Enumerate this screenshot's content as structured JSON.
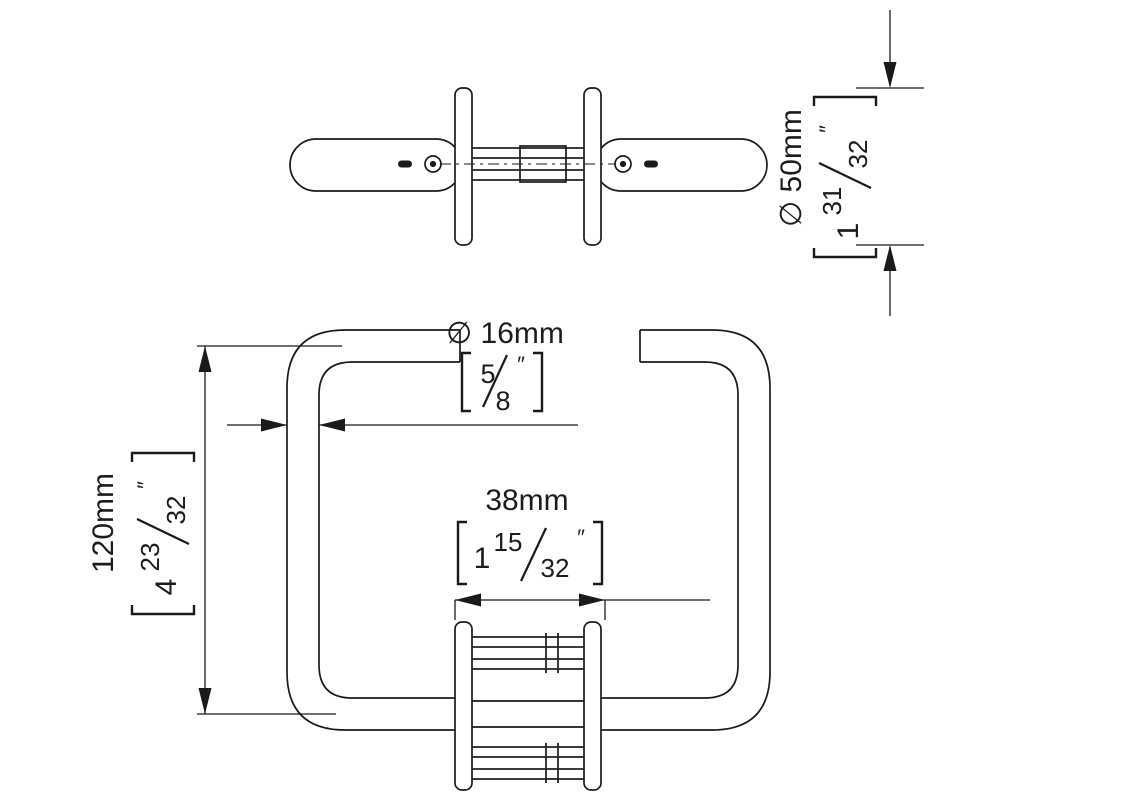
{
  "dimensions": {
    "rose_diameter": {
      "metric": "∅ 50mm",
      "whole": "1",
      "numerator": "31",
      "denominator": "32",
      "unit": "″"
    },
    "tube_diameter": {
      "metric": "∅ 16mm",
      "numerator": "5",
      "denominator": "8",
      "unit": "″"
    },
    "projection": {
      "metric": "38mm",
      "whole": "1",
      "numerator": "15",
      "denominator": "32",
      "unit": "″"
    },
    "length": {
      "metric": "120mm",
      "whole": "4",
      "numerator": "23",
      "denominator": "32",
      "unit": "″"
    }
  }
}
